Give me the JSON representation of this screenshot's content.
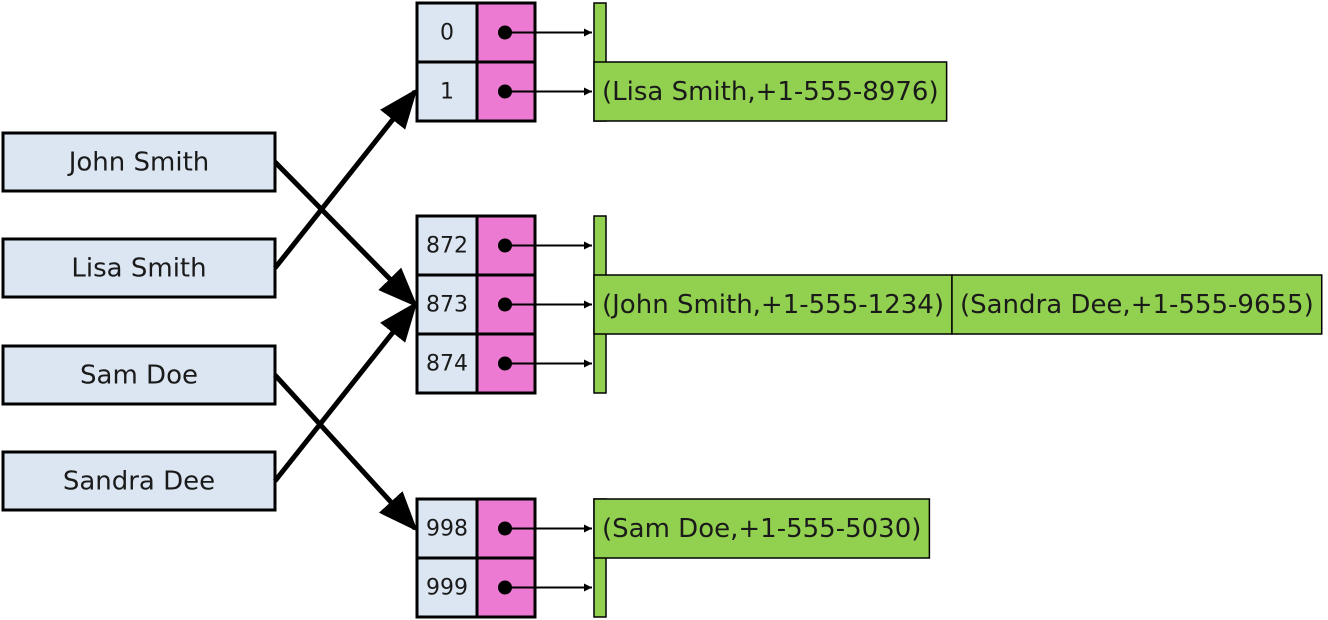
{
  "keys": [
    {
      "id": "john-smith",
      "label": "John Smith"
    },
    {
      "id": "lisa-smith",
      "label": "Lisa Smith"
    },
    {
      "id": "sam-doe",
      "label": "Sam Doe"
    },
    {
      "id": "sandra-dee",
      "label": "Sandra Dee"
    }
  ],
  "buckets": [
    {
      "group": 0,
      "index": "0",
      "entries": []
    },
    {
      "group": 0,
      "index": "1",
      "entries": [
        "(Lisa Smith,+1-555-8976)"
      ]
    },
    {
      "group": 1,
      "index": "872",
      "entries": []
    },
    {
      "group": 1,
      "index": "873",
      "entries": [
        "(John Smith,+1-555-1234)",
        "(Sandra Dee,+1-555-9655)"
      ]
    },
    {
      "group": 1,
      "index": "874",
      "entries": []
    },
    {
      "group": 2,
      "index": "998",
      "entries": [
        "(Sam Doe,+1-555-5030)"
      ]
    },
    {
      "group": 2,
      "index": "999",
      "entries": []
    }
  ],
  "hash_mappings": [
    {
      "key": "John Smith",
      "bucket": "873"
    },
    {
      "key": "Lisa Smith",
      "bucket": "1"
    },
    {
      "key": "Sam Doe",
      "bucket": "998"
    },
    {
      "key": "Sandra Dee",
      "bucket": "873"
    }
  ],
  "colors": {
    "key_fill": "#dce6f2",
    "index_fill": "#dce6f2",
    "pointer_fill": "#ec7ad2",
    "entry_fill": "#92d050",
    "line": "#000000"
  }
}
